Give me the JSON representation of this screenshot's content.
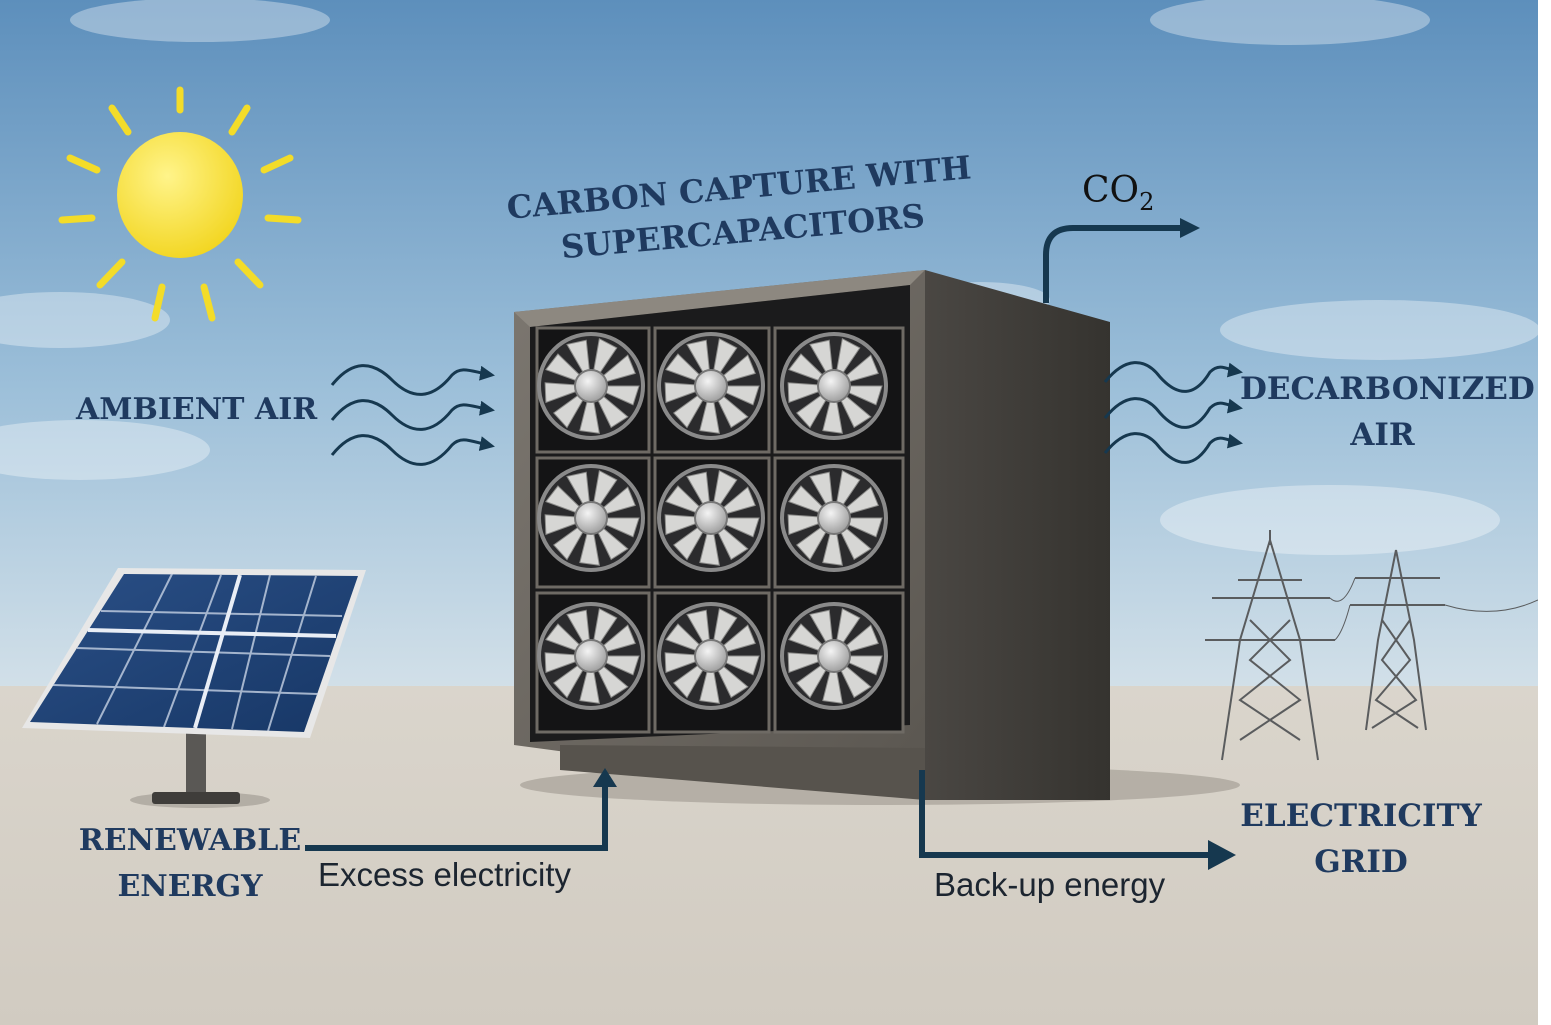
{
  "title": {
    "line1": "CARBON CAPTURE WITH",
    "line2": "SUPERCAPACITORS"
  },
  "co2": {
    "main": "CO",
    "sub": "2"
  },
  "inputs": {
    "ambient_air": "AMBIENT AIR",
    "renewable_line1": "RENEWABLE",
    "renewable_line2": "ENERGY",
    "excess_electricity": "Excess electricity"
  },
  "outputs": {
    "decarbonized_line1": "DECARBONIZED",
    "decarbonized_line2": "AIR",
    "grid_line1": "ELECTRICITY",
    "grid_line2": "GRID",
    "backup_energy": "Back-up energy"
  },
  "icons": [
    "sun-icon",
    "solar-panel-icon",
    "fan-unit-icon",
    "transmission-tower-icon",
    "air-flow-icon",
    "arrow-icon"
  ],
  "colors": {
    "label_navy": "#1f3a5f",
    "arrow_navy": "#16384f",
    "sun_yellow": "#f7e23a",
    "sky_top": "#5d8fbc",
    "ground": "#d7d1c7"
  }
}
